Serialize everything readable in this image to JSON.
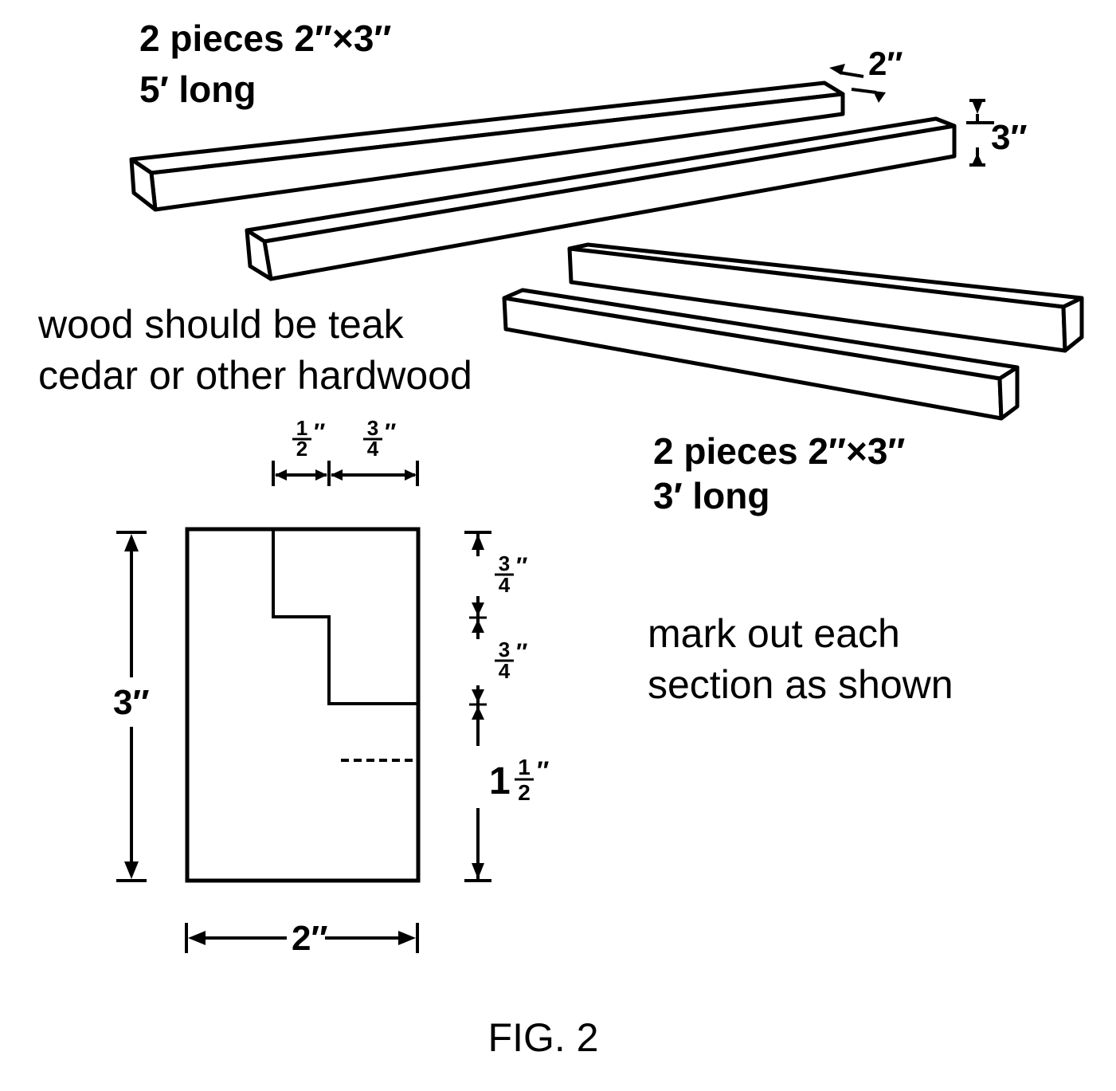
{
  "long_pieces": {
    "line1": "2 pieces 2″×3″",
    "line2": "5′ long",
    "width_label": "2″",
    "height_label": "3″"
  },
  "short_pieces": {
    "line1": "2 pieces 2″×3″",
    "line2": "3′ long"
  },
  "wood_note": {
    "line1": "wood should be teak",
    "line2": "cedar or other hardwood"
  },
  "section": {
    "top_left_num": "1",
    "top_left_den": "2",
    "top_right_num": "3",
    "top_right_den": "4",
    "inch_mark": "″",
    "right_upper_num": "3",
    "right_upper_den": "4",
    "right_middle_num": "3",
    "right_middle_den": "4",
    "right_lower_whole": "1",
    "right_lower_num": "1",
    "right_lower_den": "2",
    "height_label": "3″",
    "width_label": "2″"
  },
  "instruction": {
    "line1": "mark out each",
    "line2": "section as shown"
  },
  "caption": "FIG. 2"
}
